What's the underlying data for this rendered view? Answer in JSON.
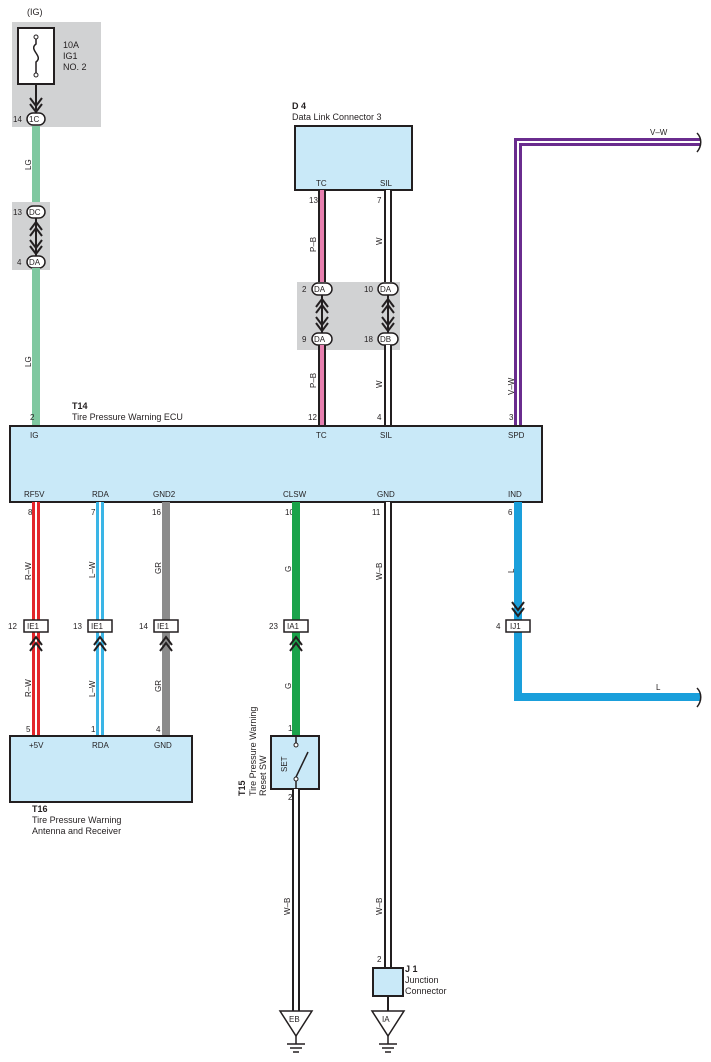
{
  "fuse": {
    "power": "(IG)",
    "rating": "10A",
    "name1": "IG1",
    "name2": "NO. 2",
    "pin": "14",
    "conn": "1C"
  },
  "junction1": {
    "top_pin": "13",
    "top_conn": "DC",
    "bot_pin": "4",
    "bot_conn": "DA"
  },
  "d4": {
    "ref": "D 4",
    "name": "Data Link Connector 3",
    "tc": "TC",
    "sil": "SIL",
    "tc_pin": "13",
    "sil_pin": "7"
  },
  "junction2": {
    "a_top_pin": "2",
    "a_top_conn": "DA",
    "a_bot_pin": "9",
    "a_bot_conn": "DA",
    "b_top_pin": "10",
    "b_top_conn": "DA",
    "b_bot_pin": "18",
    "b_bot_conn": "DB"
  },
  "wires": {
    "lg": "LG",
    "pb": "P–B",
    "w": "W",
    "vw": "V–W",
    "rw": "R–W",
    "lw": "L–W",
    "gr": "GR",
    "g": "G",
    "wb": "W–B",
    "l": "L"
  },
  "t14": {
    "ref": "T14",
    "name": "Tire Pressure Warning ECU",
    "top_pins": [
      {
        "num": "2",
        "label": "IG"
      },
      {
        "num": "12",
        "label": "TC"
      },
      {
        "num": "4",
        "label": "SIL"
      },
      {
        "num": "3",
        "label": "SPD"
      }
    ],
    "bottom_pins": [
      {
        "num": "8",
        "label": "RF5V"
      },
      {
        "num": "7",
        "label": "RDA"
      },
      {
        "num": "16",
        "label": "GND2"
      },
      {
        "num": "10",
        "label": "CLSW"
      },
      {
        "num": "11",
        "label": "GND"
      },
      {
        "num": "6",
        "label": "IND"
      }
    ]
  },
  "conns": [
    {
      "pin": "12",
      "name": "IE1"
    },
    {
      "pin": "13",
      "name": "IE1"
    },
    {
      "pin": "14",
      "name": "IE1"
    },
    {
      "pin": "23",
      "name": "IA1"
    },
    {
      "pin": "4",
      "name": "IJ1"
    }
  ],
  "t16": {
    "ref": "T16",
    "name1": "Tire Pressure Warning",
    "name2": "Antenna and Receiver",
    "pins": [
      {
        "num": "5",
        "label": "+5V"
      },
      {
        "num": "1",
        "label": "RDA"
      },
      {
        "num": "4",
        "label": "GND"
      }
    ]
  },
  "t15": {
    "ref": "T15",
    "name1": "Tire Pressure Warning",
    "name2": "Reset SW",
    "set": "SET",
    "pin_top": "1",
    "pin_bot": "2"
  },
  "j1": {
    "ref": "J 1",
    "name1": "Junction",
    "name2": "Connector",
    "pin": "2"
  },
  "grounds": {
    "eb": "EB",
    "ia": "IA"
  },
  "colors": {
    "lg": "#7fc8a0",
    "pink": "#e77faf",
    "white": "#ffffff",
    "violet": "#6a2c8e",
    "red": "#e3262b",
    "lightblue": "#3ab5e6",
    "gray": "#8b8b8b",
    "green": "#1aa34a",
    "blue": "#1a9fdb",
    "box": "#c9e9f8",
    "shade": "#d1d2d3"
  }
}
